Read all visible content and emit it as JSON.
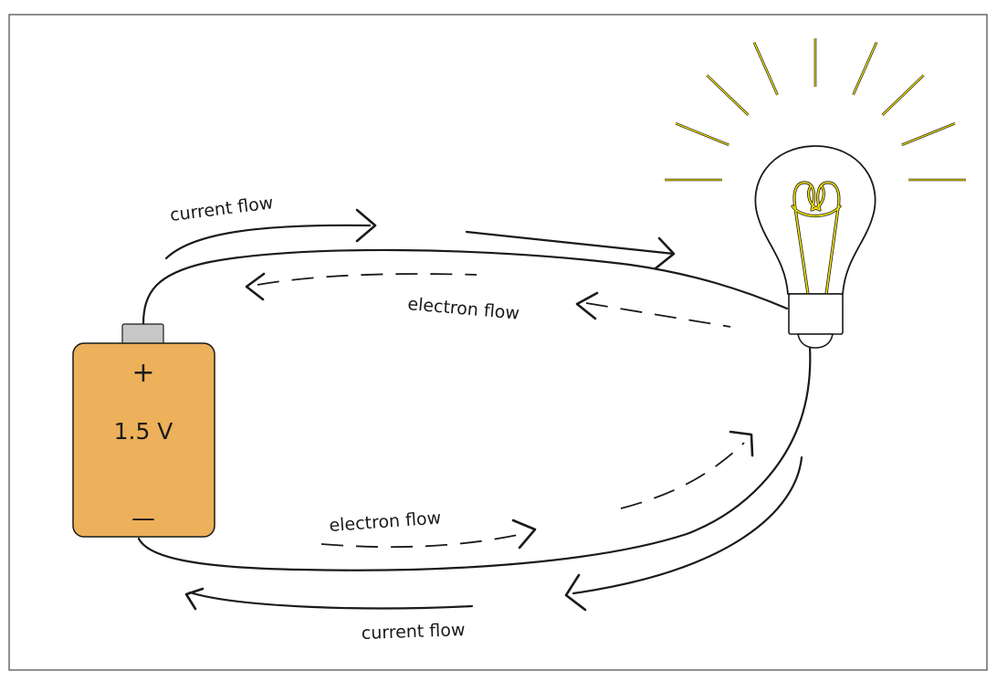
{
  "battery": {
    "voltage_label": "1.5 V",
    "positive_sign": "+",
    "negative_sign": "—"
  },
  "labels": {
    "current_top": "current flow",
    "electron_top": "electron flow",
    "electron_bottom": "electron flow",
    "current_bottom": "current flow"
  },
  "colors": {
    "battery_fill": "#EDB05B",
    "terminal_fill": "#C7C7C7",
    "light_rays": "#F2E200",
    "filament": "#F2E200",
    "wire": "#1a1a1a"
  }
}
